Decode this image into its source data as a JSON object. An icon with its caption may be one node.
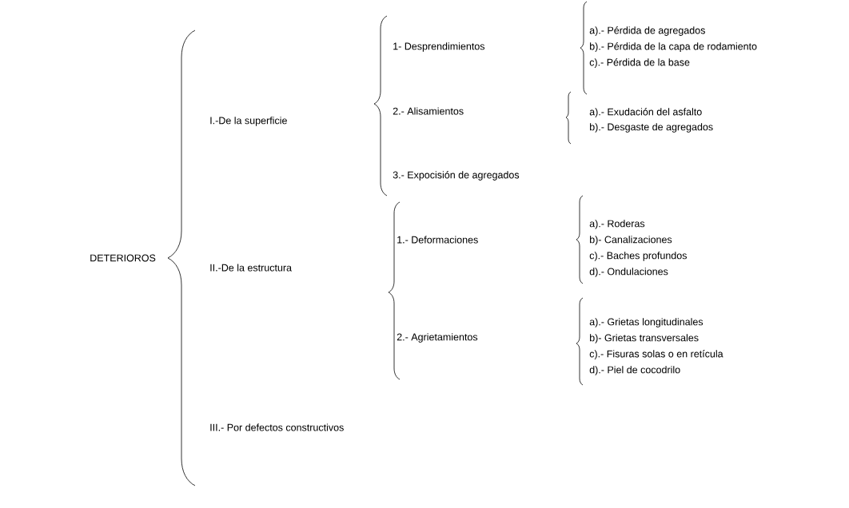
{
  "diagram": {
    "labels": [
      "DETERIOROS",
      "I.-De la superficie",
      "1- Desprendimientos",
      "a).- Pérdida de agregados",
      "b).- Pérdida de la capa de rodamiento",
      "c).- Pérdida de la base",
      "2.- Alisamientos",
      "a).- Exudación del asfalto",
      "b).- Desgaste de agregados",
      "3.- Expocisión de agregados",
      "II.-De la estructura",
      "1.- Deformaciones",
      "a).- Roderas",
      "b)- Canalizaciones",
      "c).- Baches profundos",
      "d).- Ondulaciones",
      "2.- Agrietamientos",
      "a).- Grietas longitudinales",
      "b)- Grietas transversales",
      "c).- Fisuras solas o en retícula",
      "d).- Piel de cocodrilo",
      "III.- Por defectos constructivos"
    ]
  }
}
